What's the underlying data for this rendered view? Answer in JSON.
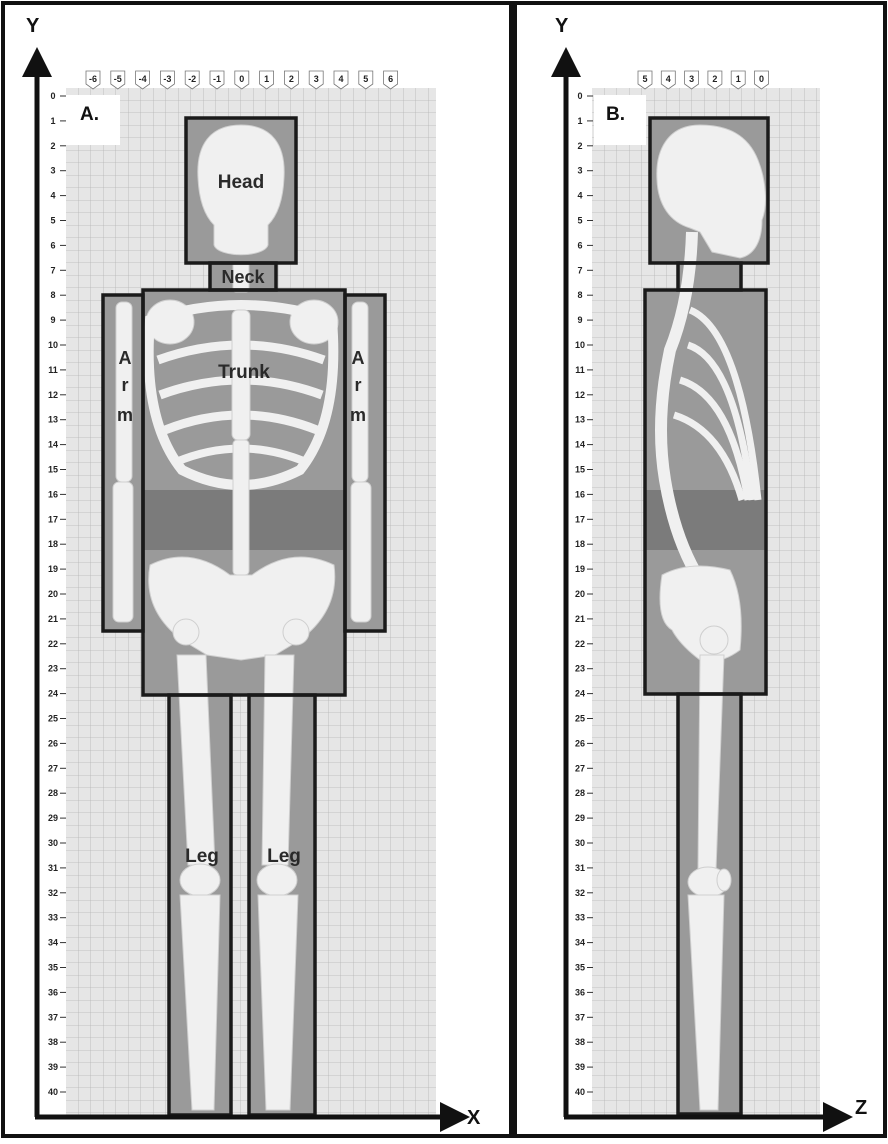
{
  "panels": [
    {
      "label": "A.",
      "y_axis_label": "Y",
      "x_axis_label": "X",
      "top_ticks": [
        "-6",
        "-5",
        "-4",
        "-3",
        "-2",
        "-1",
        "0",
        "1",
        "2",
        "3",
        "4",
        "5",
        "6"
      ],
      "segments": {
        "head": "Head",
        "neck": "Neck",
        "trunk": "Trunk",
        "arm_left": [
          "A",
          "r",
          "m"
        ],
        "arm_right": [
          "A",
          "r",
          "m"
        ],
        "leg_left": "Leg",
        "leg_right": "Leg"
      }
    },
    {
      "label": "B.",
      "y_axis_label": "Y",
      "x_axis_label": "Z",
      "top_ticks": [
        "5",
        "4",
        "3",
        "2",
        "1",
        "0"
      ]
    }
  ],
  "y_ticks": [
    "0",
    "1",
    "2",
    "3",
    "4",
    "5",
    "6",
    "7",
    "8",
    "9",
    "10",
    "11",
    "12",
    "13",
    "14",
    "15",
    "16",
    "17",
    "18",
    "19",
    "20",
    "21",
    "22",
    "23",
    "24",
    "25",
    "26",
    "27",
    "28",
    "29",
    "30",
    "31",
    "32",
    "33",
    "34",
    "35",
    "36",
    "37",
    "38",
    "39",
    "40"
  ],
  "colors": {
    "grid_bg": "#e4e4e4",
    "grid_line": "#b8b8b8",
    "body_shade": "#8f8f8f",
    "body_shade_dark": "#6f6f6f",
    "bone": "#f1f1f1",
    "outline": "#1a1a1a"
  }
}
